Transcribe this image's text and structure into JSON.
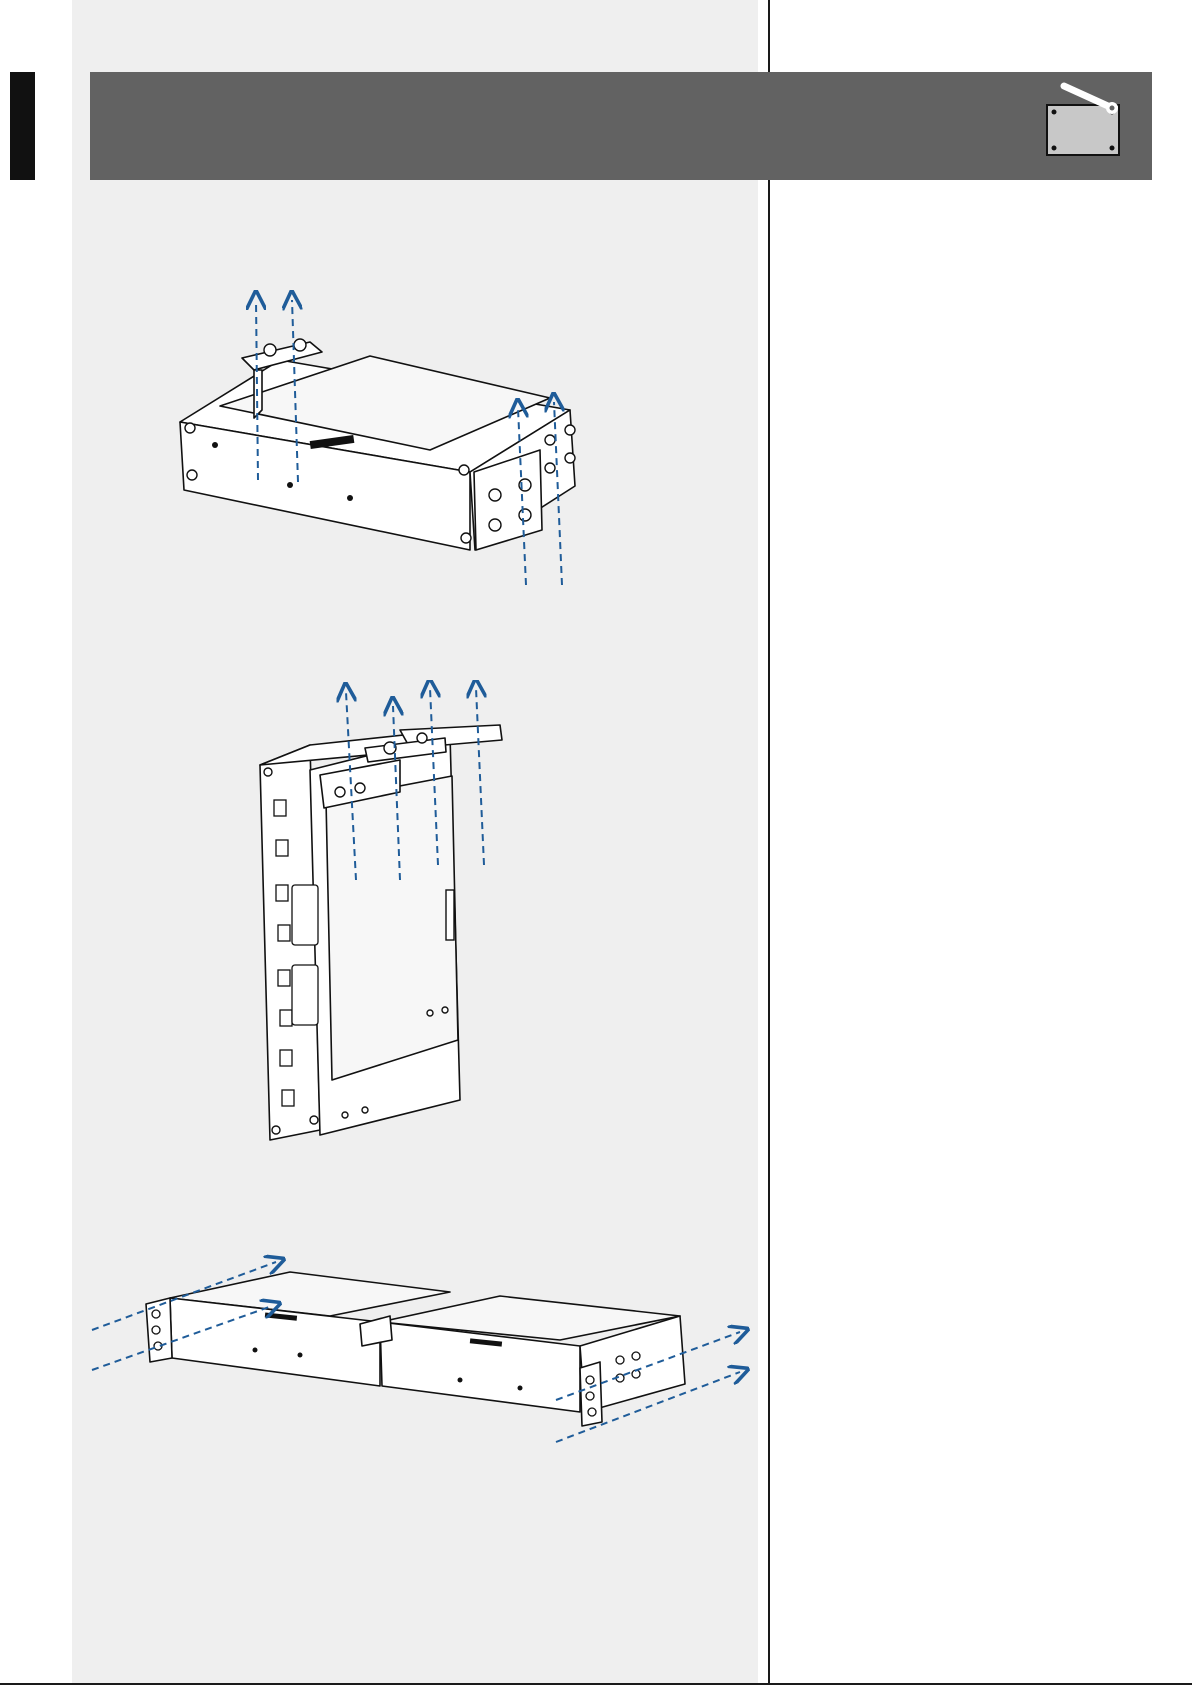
{
  "page": {
    "background_left": "#efefef",
    "banner_color": "#626262",
    "arrow_color": "#1f5c99"
  },
  "header": {
    "icon": "wrench-on-panel-icon"
  },
  "figures": [
    {
      "id": "horizontal-mount",
      "icon": "amplifier-horizontal-mounting-illustration"
    },
    {
      "id": "vertical-mount",
      "icon": "amplifier-vertical-mounting-illustration"
    },
    {
      "id": "side-by-side-mount",
      "icon": "two-amplifiers-rack-mounting-illustration"
    }
  ]
}
